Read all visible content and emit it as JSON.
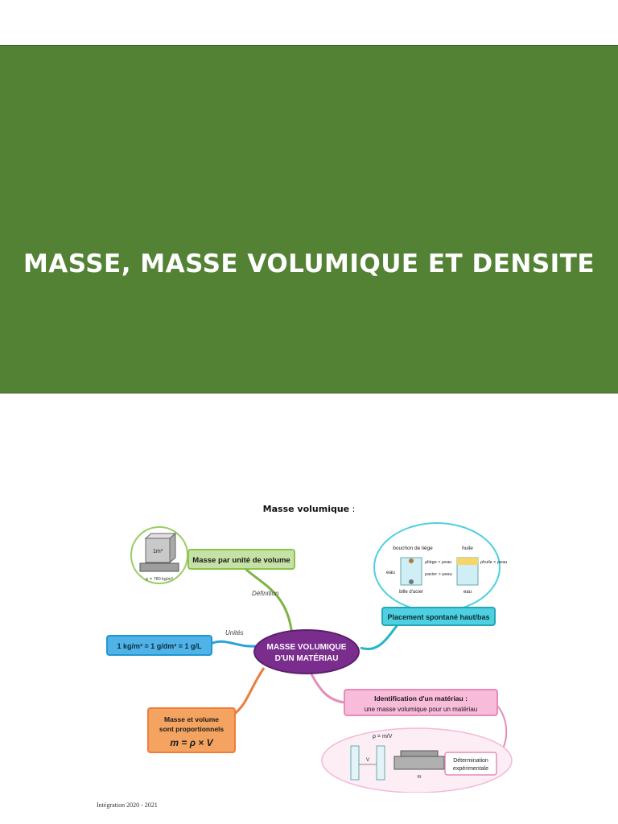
{
  "banner": {
    "title": "MASSE, MASSE VOLUMIQUE ET DENSITE",
    "color": "#548235"
  },
  "caption": {
    "label": "Masse volumique",
    "suffix": " :"
  },
  "mindmap": {
    "center": {
      "line1": "MASSE VOLUMIQUE",
      "line2": "D'UN MATÉRIAU",
      "color": "#7b2d8e"
    },
    "definition": {
      "box": "Masse par unité de volume",
      "branch": "Définition",
      "icon_label": "1m³",
      "scale_label": "ρ = 780 kg/m³"
    },
    "units": {
      "box": "1 kg/m³ = 1 g/dm³ = 1 g/L",
      "branch": "Unités"
    },
    "placement": {
      "box": "Placement spontané haut/bas",
      "cork": "bouchon de liège",
      "oil": "huile",
      "water_left": "eau",
      "water_right": "eau",
      "steel": "bille d'acier",
      "rel1": "ρliège < ρeau",
      "rel2": "ρacier > ρeau",
      "rel3": "ρhuile < ρeau"
    },
    "identification": {
      "line1": "Identification d'un matériau :",
      "line2": "une masse volumique pour un matériau"
    },
    "proportional": {
      "line1": "Masse et volume",
      "line2": "sont proportionnels",
      "formula": "m = ρ × V"
    },
    "experiment": {
      "formula": "ρ = m/V",
      "label1": "Détermination",
      "label2": "expérimentale",
      "v_label": "V",
      "m_label": "m"
    }
  },
  "footer": {
    "text": "Intégration 2020 - 2021"
  }
}
